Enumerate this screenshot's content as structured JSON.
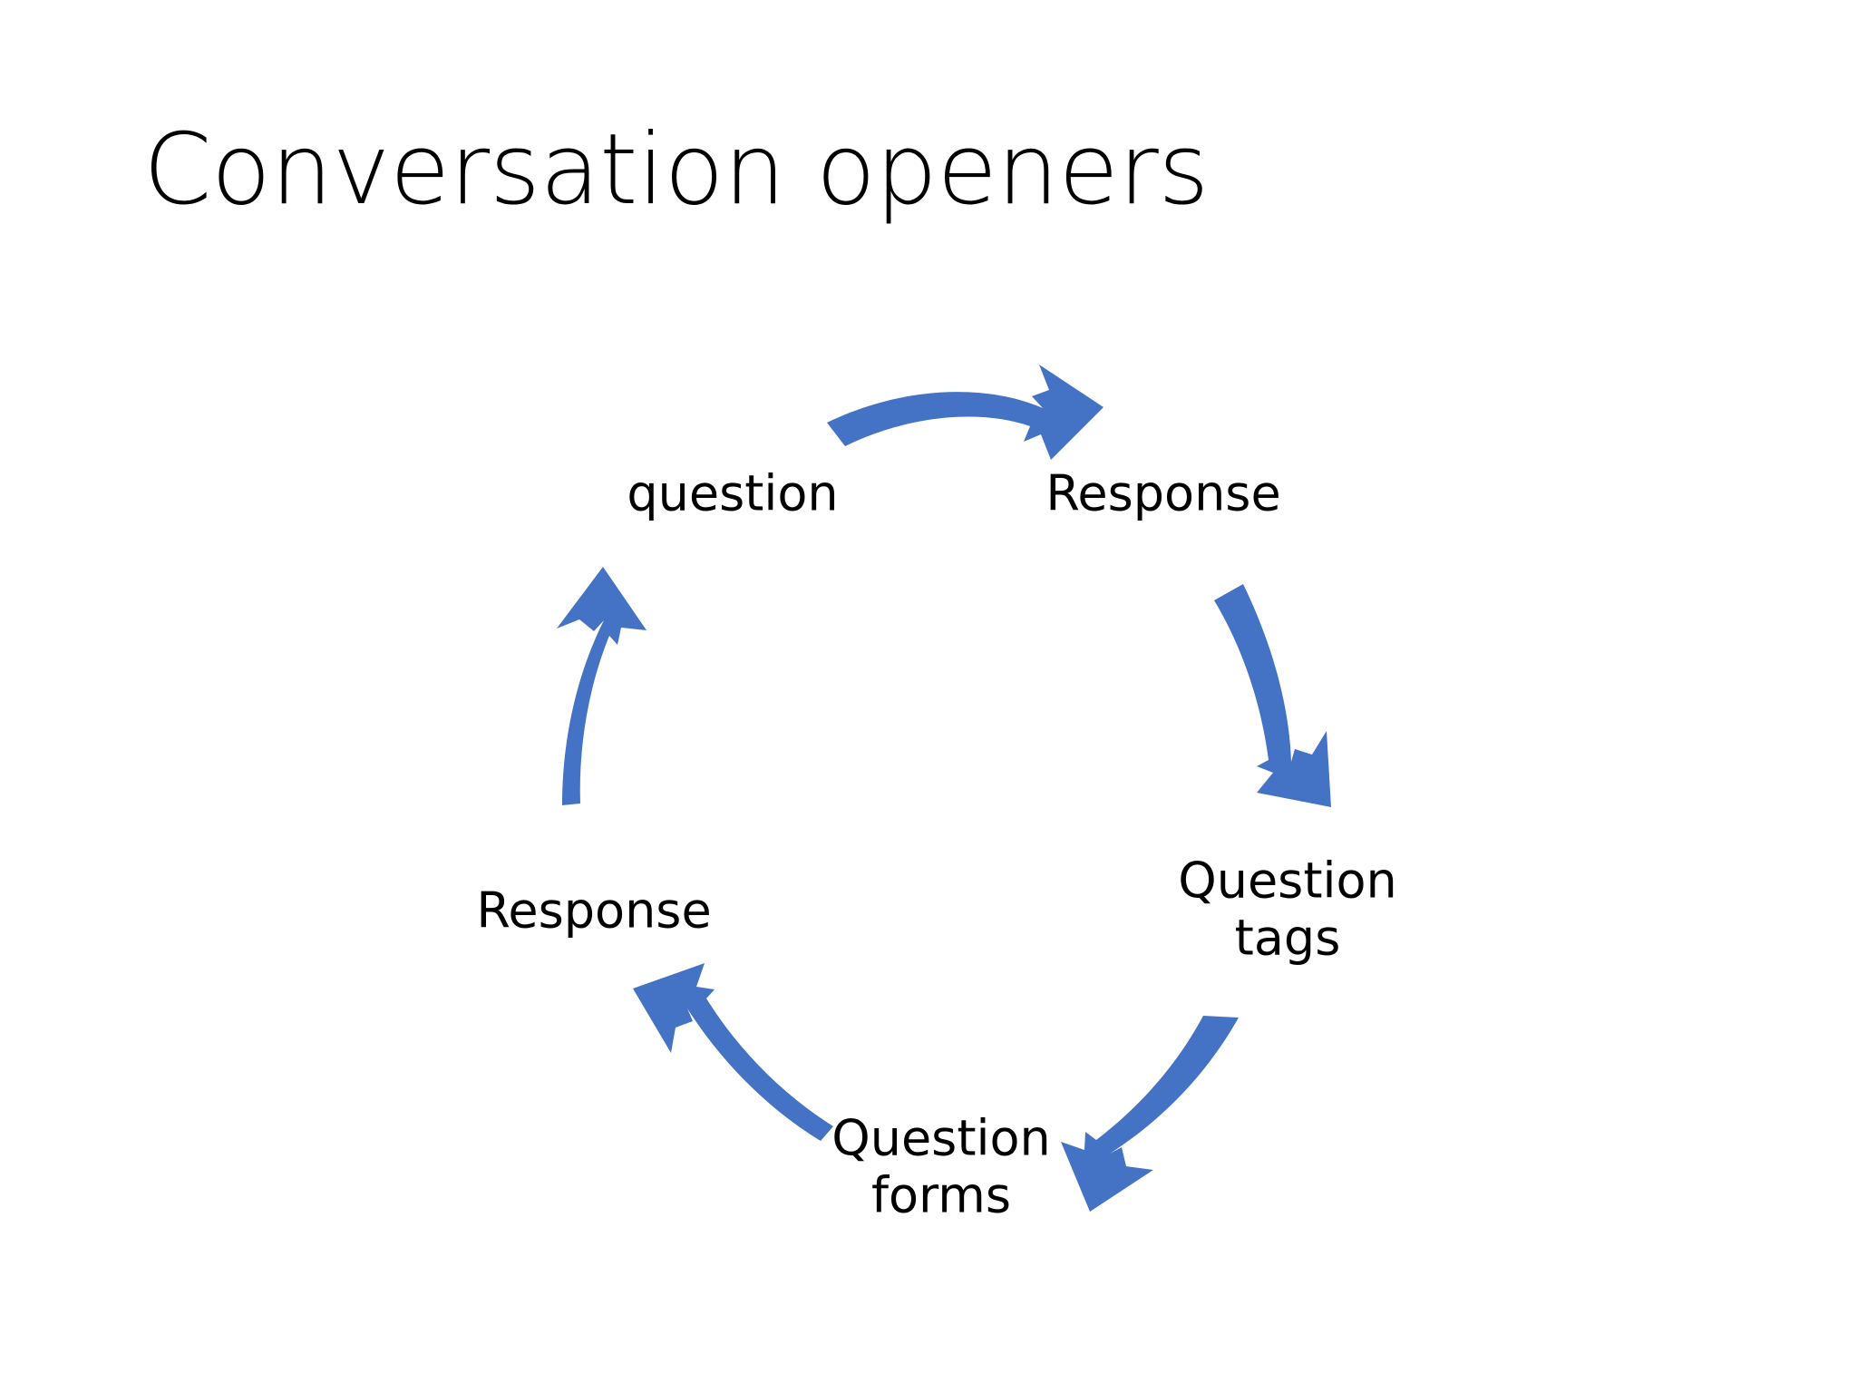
{
  "slide": {
    "title": "Conversation openers",
    "background_color": "#FFFFFF",
    "text_color": "#000000",
    "accent_color": "#4472C4"
  },
  "diagram": {
    "type": "cycle",
    "direction": "clockwise",
    "arrow_color": "#4472C4",
    "arrow_count": 5,
    "nodes": [
      {
        "id": "question",
        "label": "question",
        "position": "top-left"
      },
      {
        "id": "response-top",
        "label": "Response",
        "position": "top-right"
      },
      {
        "id": "question-tags",
        "label": "Question\ntags",
        "position": "right"
      },
      {
        "id": "question-forms",
        "label": "Question\nforms",
        "position": "bottom"
      },
      {
        "id": "response-left",
        "label": "Response",
        "position": "left"
      }
    ],
    "arrows": [
      {
        "id": "arrow-question-to-response",
        "from": "question",
        "to": "response-top",
        "name": "top-curved-arrow-right"
      },
      {
        "id": "arrow-response-to-question-tags",
        "from": "response-top",
        "to": "question-tags",
        "name": "right-curved-arrow-down"
      },
      {
        "id": "arrow-question-tags-to-forms",
        "from": "question-tags",
        "to": "question-forms",
        "name": "bottom-right-curved-arrow-down-left"
      },
      {
        "id": "arrow-question-forms-to-response",
        "from": "question-forms",
        "to": "response-left",
        "name": "bottom-left-curved-arrow-up-left"
      },
      {
        "id": "arrow-response-to-question",
        "from": "response-left",
        "to": "question",
        "name": "left-curved-arrow-up"
      }
    ]
  }
}
